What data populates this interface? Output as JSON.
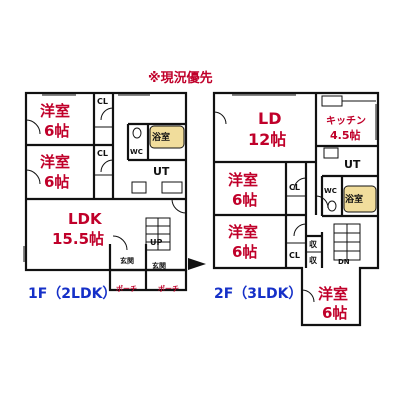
{
  "colors": {
    "room_label": "#c0002a",
    "floor_caption": "#1530c8",
    "bath": "#f1dd9c",
    "wall": "#111111"
  },
  "note": "※現況優先",
  "first_floor": {
    "caption": "1F（2LDK）",
    "rooms": {
      "western_1": {
        "name": "洋室",
        "size": "6帖"
      },
      "western_2": {
        "name": "洋室",
        "size": "6帖"
      },
      "ldk": {
        "name": "LDK",
        "size": "15.5帖"
      },
      "closet_1": "CL",
      "closet_2": "CL",
      "wc": "WC",
      "bath": "浴室",
      "utility": "UT",
      "stairs_up": "UP",
      "entrance_1": "玄関",
      "entrance_2": "玄関",
      "porch_1": "ポーチ",
      "porch_2": "ポーチ"
    }
  },
  "second_floor": {
    "caption": "2F（3LDK）",
    "rooms": {
      "ld": {
        "name": "LD",
        "size": "12帖"
      },
      "kitchen": {
        "name": "キッチン",
        "size": "4.5帖"
      },
      "western_1": {
        "name": "洋室",
        "size": "6帖"
      },
      "western_2": {
        "name": "洋室",
        "size": "6帖"
      },
      "western_3": {
        "name": "洋室",
        "size": "6帖"
      },
      "closet_1": "CL",
      "closet_2": "CL",
      "storage_1": "収",
      "storage_2": "収",
      "wc": "WC",
      "bath": "浴室",
      "utility": "UT",
      "stairs_down": "DN"
    }
  }
}
